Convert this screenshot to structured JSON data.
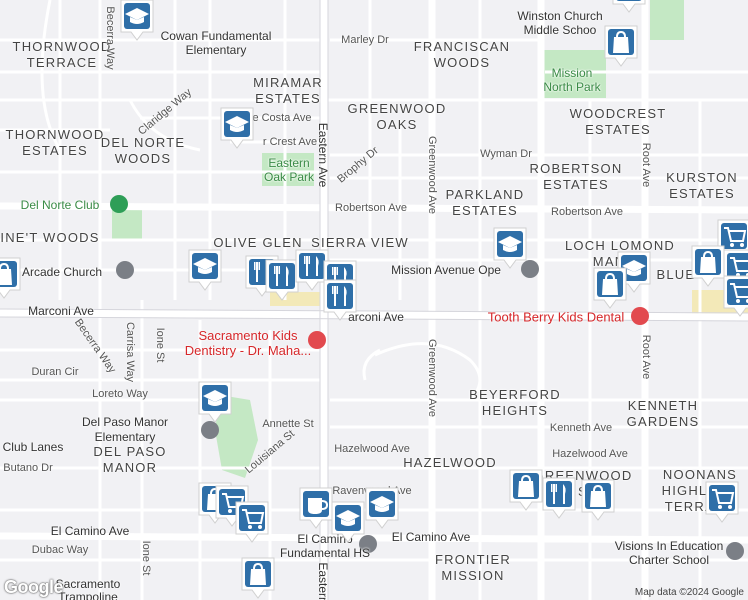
{
  "neighborhoods": [
    {
      "id": "thornwood-terrace",
      "text": "THORNWOOD\nTERRACE"
    },
    {
      "id": "miramar-estates",
      "text": "MIRAMAR\nESTATES"
    },
    {
      "id": "franciscan-woods",
      "text": "FRANCISCAN\nWOODS"
    },
    {
      "id": "thornwood-estates",
      "text": "THORNWOOD\nESTATES"
    },
    {
      "id": "del-norte-woods",
      "text": "DEL NORTE\nWOODS"
    },
    {
      "id": "greenwood-oaks",
      "text": "GREENWOOD\nOAKS"
    },
    {
      "id": "woodcrest-estates",
      "text": "WOODCREST\nESTATES"
    },
    {
      "id": "robertson-estates",
      "text": "ROBERTSON\nESTATES"
    },
    {
      "id": "parkland-estates",
      "text": "PARKLAND\nESTATES"
    },
    {
      "id": "kurston",
      "text": "KURSTON\nESTATES"
    },
    {
      "id": "pinet-woods",
      "text": "INE'T WOODS"
    },
    {
      "id": "olive-glen",
      "text": "OLIVE GLEN"
    },
    {
      "id": "sierra-view",
      "text": "SIERRA VIEW"
    },
    {
      "id": "loch-lomond",
      "text": "LOCH LOMOND\nMANOR"
    },
    {
      "id": "beyerford",
      "text": "BEYERFORD\nHEIGHTS"
    },
    {
      "id": "kenneth-gardens",
      "text": "KENNETH\nGARDENS"
    },
    {
      "id": "del-paso-manor",
      "text": "DEL PASO\nMANOR"
    },
    {
      "id": "hazelwood",
      "text": "HAZELWOOD"
    },
    {
      "id": "noonans",
      "text": "NOONANS\nHIGHLAND\nTERRACE"
    },
    {
      "id": "greenwood-s",
      "text": "GREENWOOD\nS"
    },
    {
      "id": "frontier-mission",
      "text": "FRONTIER\nMISSION"
    }
  ],
  "streets": [
    {
      "id": "marley-dr",
      "text": "Marley Dr"
    },
    {
      "id": "becerra-way-n",
      "text": "Becerra Way"
    },
    {
      "id": "eastern-ave-n",
      "text": "Eastern Ave"
    },
    {
      "id": "claridge-way",
      "text": "Claridge Way"
    },
    {
      "id": "de-costa-ave",
      "text": "e Costa Ave"
    },
    {
      "id": "crest-ave",
      "text": "r Crest Ave"
    },
    {
      "id": "brophy-dr",
      "text": "Brophy Dr"
    },
    {
      "id": "greenwood-ave-n",
      "text": "Greenwood Ave"
    },
    {
      "id": "wyman-dr",
      "text": "Wyman Dr"
    },
    {
      "id": "root-ave-n",
      "text": "Root Ave"
    },
    {
      "id": "robertson-ave-w",
      "text": "Robertson Ave"
    },
    {
      "id": "robertson-ave-e",
      "text": "Robertson Ave"
    },
    {
      "id": "marconi-ave-w",
      "text": "Marconi Ave"
    },
    {
      "id": "marconi-ave-c",
      "text": "arconi Ave"
    },
    {
      "id": "becerra-way-s",
      "text": "Becerra Way"
    },
    {
      "id": "carrisa-way",
      "text": "Carrisa Way"
    },
    {
      "id": "ione-st-n",
      "text": "Ione St"
    },
    {
      "id": "duran-cir",
      "text": "Duran Cir"
    },
    {
      "id": "loreto-way",
      "text": "Loreto Way"
    },
    {
      "id": "greenwood-ave-s",
      "text": "Greenwood Ave"
    },
    {
      "id": "root-ave-s",
      "text": "Root Ave"
    },
    {
      "id": "annette-st",
      "text": "Annette St"
    },
    {
      "id": "louisiana-st",
      "text": "Louisiana St"
    },
    {
      "id": "kenneth-ave",
      "text": "Kenneth Ave"
    },
    {
      "id": "hazelwood-ave-w",
      "text": "Hazelwood Ave"
    },
    {
      "id": "hazelwood-ave-e",
      "text": "Hazelwood Ave"
    },
    {
      "id": "butano-dr",
      "text": "Butano Dr"
    },
    {
      "id": "ravenwood-ave",
      "text": "Ravenwood Ave"
    },
    {
      "id": "el-camino-w",
      "text": "El Camino Ave"
    },
    {
      "id": "el-camino-e",
      "text": "El Camino Ave"
    },
    {
      "id": "dubac-way",
      "text": "Dubac Way"
    },
    {
      "id": "ione-st-s",
      "text": "Ione St"
    },
    {
      "id": "eastern-ave-s",
      "text": "Eastern"
    }
  ],
  "pois": [
    {
      "id": "cowan",
      "text": "Cowan Fundamental\nElementary"
    },
    {
      "id": "winston",
      "text": "Winston Church\nMiddle Schoo"
    },
    {
      "id": "mission-north-park",
      "text": "Mission\nNorth Park"
    },
    {
      "id": "eastern-oak-park",
      "text": "Eastern\nOak Park"
    },
    {
      "id": "del-norte-club",
      "text": "Del Norte Club"
    },
    {
      "id": "arcade-church",
      "text": "Arcade Church"
    },
    {
      "id": "mission-ave-open",
      "text": "Mission Avenue Ope"
    },
    {
      "id": "rooftop-blue",
      "text": "ROOT  BLUE"
    },
    {
      "id": "sac-kids-dentistry",
      "text": "Sacramento Kids\nDentistry - Dr. Maha..."
    },
    {
      "id": "tooth-berry",
      "text": "Tooth Berry Kids Dental"
    },
    {
      "id": "del-paso-manor-elem",
      "text": "Del Paso Manor\nElementary"
    },
    {
      "id": "club-lanes",
      "text": "Club Lanes"
    },
    {
      "id": "el-camino-fund",
      "text": "El Camino\nFundamental HS"
    },
    {
      "id": "visions",
      "text": "Visions In Education\nCharter School"
    },
    {
      "id": "sacramento-trampoline",
      "text": "Sacramento\nTrampoline"
    }
  ],
  "attribution": "Map data ©2024 Google",
  "logo": "Google",
  "colors": {
    "school": "#3a80c2",
    "shop": "#3b7bd3",
    "food": "#3b7bd3",
    "park": "#c4e8c4",
    "road": "#ffffff",
    "major": "#ffffff",
    "bg": "#f1f1f4",
    "dental": "#e24a4f"
  }
}
